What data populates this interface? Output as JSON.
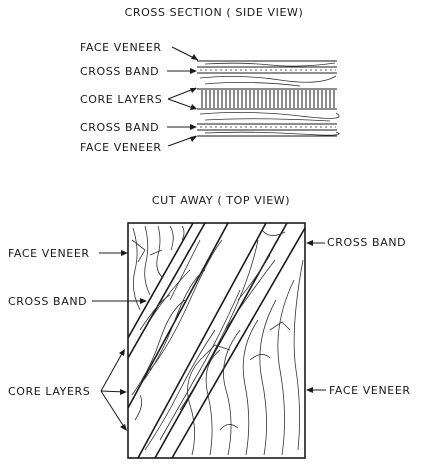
{
  "cross_section": {
    "title": "CROSS SECTION ( SIDE VIEW)",
    "labels": {
      "face_veneer_top": "FACE VENEER",
      "cross_band_top": "CROSS BAND",
      "core_layers": "CORE LAYERS",
      "cross_band_bottom": "CROSS BAND",
      "face_veneer_bottom": "FACE VENEER"
    }
  },
  "cut_away": {
    "title": "CUT AWAY ( TOP VIEW)",
    "labels": {
      "face_veneer_left": "FACE VENEER",
      "cross_band_left": "CROSS BAND",
      "core_layers": "CORE LAYERS",
      "cross_band_right": "CROSS BAND",
      "face_veneer_right": "FACE VENEER"
    }
  }
}
